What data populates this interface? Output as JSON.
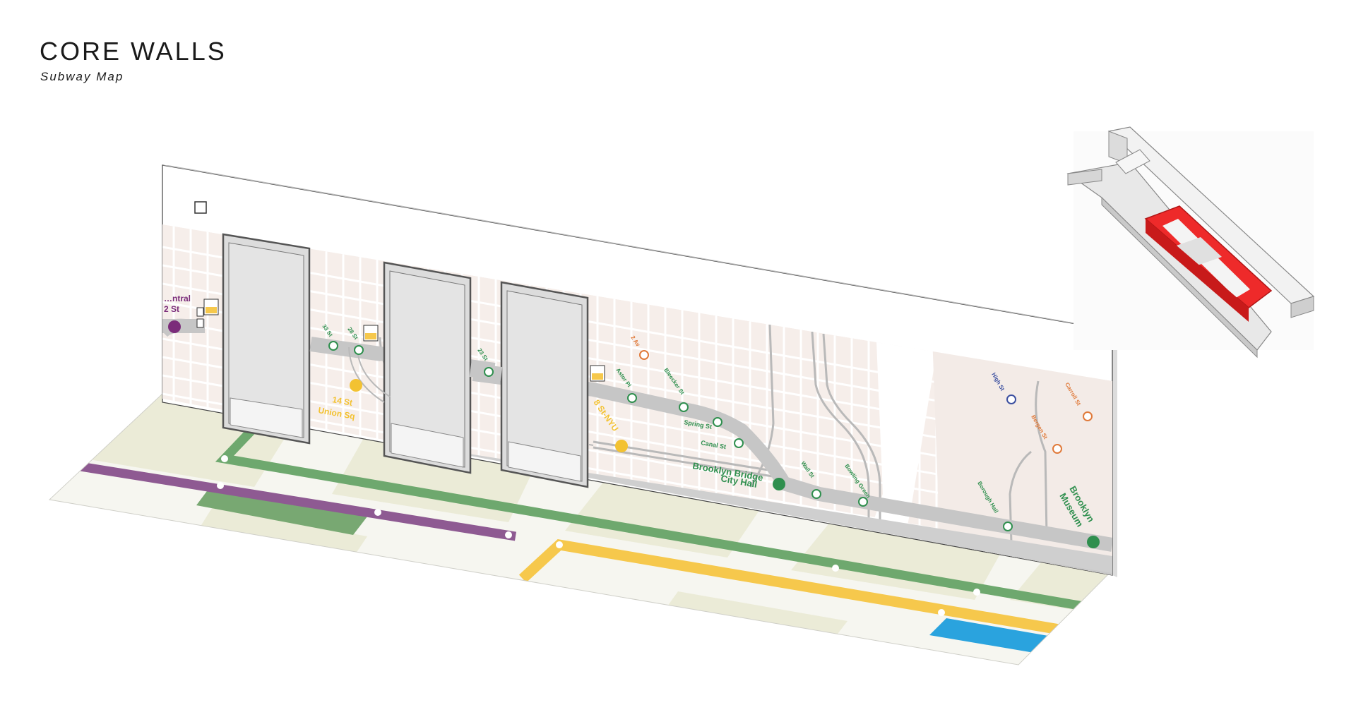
{
  "header": {
    "title": "CORE WALLS",
    "subtitle": "Subway Map"
  },
  "colors": {
    "purple": "#8e5a92",
    "green": "#6ea86e",
    "yellow": "#f6c84c",
    "blue": "#2aa3de",
    "station_green": "#2f8f4e",
    "station_yellow": "#f3c232",
    "station_purple": "#7b2c7a",
    "orange": "#e07a3a",
    "navy": "#3b4fa0",
    "highlight_red": "#ee2a2a"
  },
  "wall_labels": {
    "central": "…ntral",
    "st_42": "2 St",
    "st_33": "33 St",
    "st_28": "28 St",
    "st_23": "23 St",
    "union_sq_1": "14 St",
    "union_sq_2": "Union Sq",
    "st_8_nyu": "8 St-NYU",
    "av_2": "2 Av",
    "astor_pl": "Astor Pl",
    "bleecker_st": "Bleecker St",
    "spring_st": "Spring St",
    "canal_st": "Canal St",
    "brooklyn_bridge_1": "Brooklyn Bridge",
    "brooklyn_bridge_2": "City Hall",
    "wall_st": "Wall St",
    "bowling_green": "Bowling Green",
    "high_st": "High St",
    "borough_hall": "Borough Hall",
    "bergen_st": "Bergen St",
    "carroll_st": "Carroll St",
    "brooklyn_museum_1": "Brooklyn",
    "brooklyn_museum_2": "Museum"
  },
  "icons": [
    "wall-square-marker-icon",
    "map-locator-sign-icon",
    "elevator-sign-icon",
    "door-icon",
    "key-plan-icon"
  ]
}
